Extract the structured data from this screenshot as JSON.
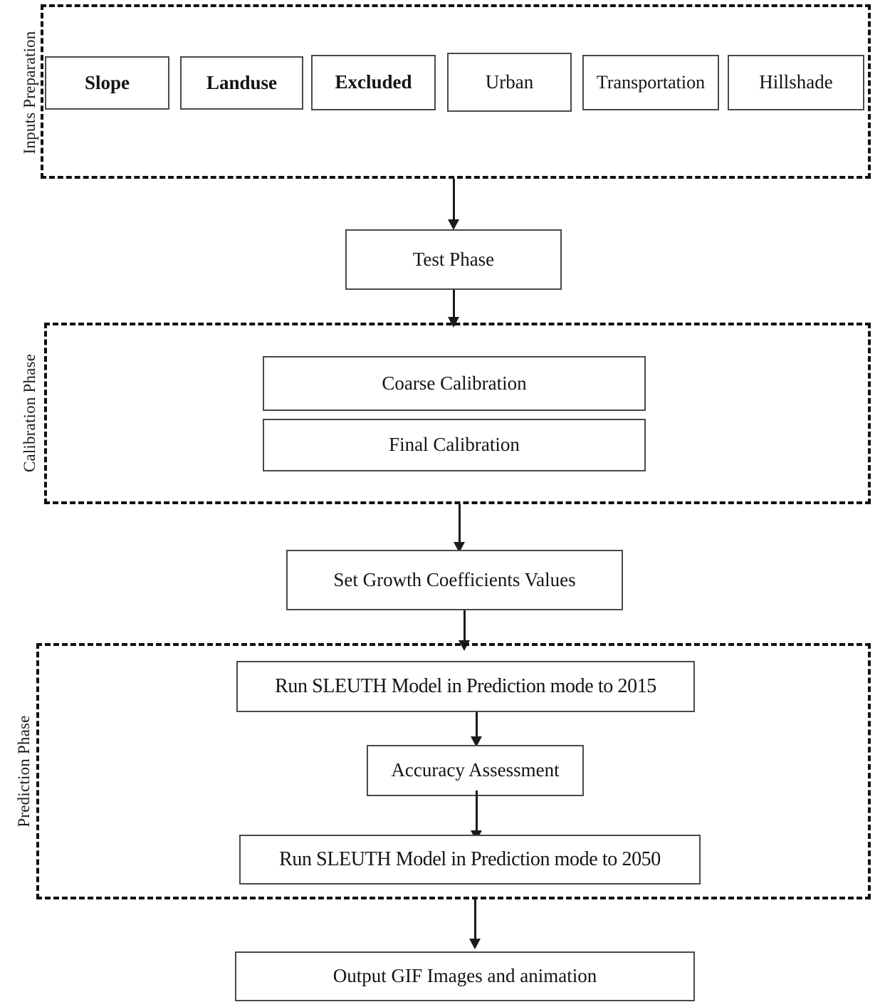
{
  "diagram": {
    "title": "SLEUTH model workflow",
    "background_color": "#ffffff",
    "line_color": "#1b1b1b",
    "box_border_color": "#4a4a4a",
    "dashed_border_color": "#111111"
  },
  "phases": [
    {
      "id": "inputs",
      "label": "Inputs Preparation"
    },
    {
      "id": "calibration",
      "label": "Calibration Phase"
    },
    {
      "id": "prediction",
      "label": "Prediction Phase"
    }
  ],
  "inputs": {
    "items": [
      {
        "label": "Slope"
      },
      {
        "label": "Landuse"
      },
      {
        "label": "Excluded"
      },
      {
        "label": "Urban"
      },
      {
        "label": "Transportation"
      },
      {
        "label": "Hillshade"
      }
    ]
  },
  "test": {
    "label": "Test Phase"
  },
  "calibration": {
    "items": [
      {
        "label": "Coarse Calibration"
      },
      {
        "label": "Final Calibration"
      }
    ]
  },
  "coefficients": {
    "label": "Set Growth Coefficients Values"
  },
  "prediction": {
    "items": [
      {
        "label": "Run SLEUTH Model in Prediction mode to 2015"
      },
      {
        "label": "Accuracy Assessment"
      },
      {
        "label": "Run SLEUTH Model in Prediction mode to 2050"
      }
    ]
  },
  "output": {
    "label": "Output GIF  Images and animation"
  }
}
